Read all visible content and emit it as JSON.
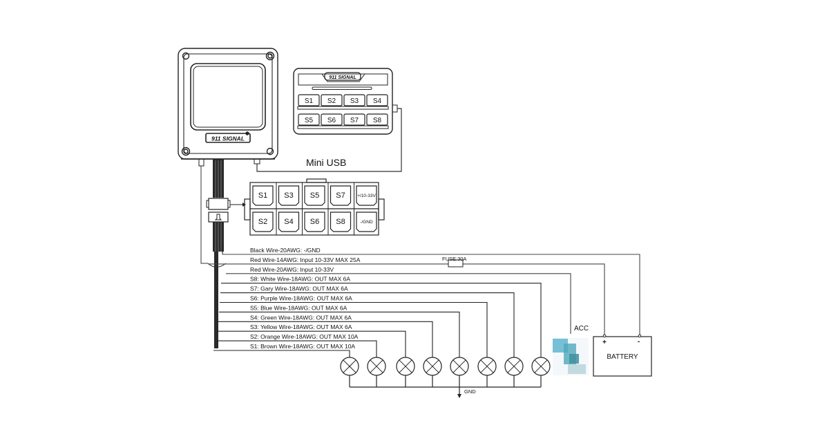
{
  "controller": {
    "logo": "911 SIGNAL"
  },
  "keypad": {
    "logo": "911 SIGNAL",
    "buttons_row1": [
      "S1",
      "S2",
      "S3",
      "S4"
    ],
    "buttons_row2": [
      "S5",
      "S6",
      "S7",
      "S8"
    ]
  },
  "mini_usb_label": "Mini USB",
  "connector": {
    "top_row": [
      "S1",
      "S3",
      "S5",
      "S7",
      "+/10-33V"
    ],
    "bottom_row": [
      "S2",
      "S4",
      "S6",
      "S8",
      "-/GND"
    ]
  },
  "wires": [
    {
      "id": "black",
      "label": "Black Wire-20AWG:  -/GND",
      "to": "battery-minus"
    },
    {
      "id": "red14",
      "label": "Red Wire-14AWG: Input 10-33V MAX 25A",
      "to": "battery-plus"
    },
    {
      "id": "red20",
      "label": "Red Wire-20AWG: Input 10-33V",
      "to": "acc"
    },
    {
      "id": "s8",
      "label": "S8: White Wire-18AWG: OUT MAX 6A",
      "to": "lamp-8"
    },
    {
      "id": "s7",
      "label": "S7: Gary Wire-18AWG: OUT MAX 6A",
      "to": "lamp-7"
    },
    {
      "id": "s6",
      "label": "S6: Purple Wire-18AWG: OUT MAX 6A",
      "to": "lamp-6"
    },
    {
      "id": "s5",
      "label": "S5: Blue Wire-18AWG: OUT MAX 6A",
      "to": "lamp-5"
    },
    {
      "id": "s4",
      "label": "S4: Green Wire-18AWG: OUT MAX 6A",
      "to": "lamp-4"
    },
    {
      "id": "s3",
      "label": "S3: Yellow Wire-18AWG: OUT MAX 6A",
      "to": "lamp-3"
    },
    {
      "id": "s2",
      "label": "S2: Orange Wire-18AWG: OUT MAX 10A",
      "to": "lamp-2"
    },
    {
      "id": "s1",
      "label": "S1: Brown Wire-18AWG: OUT MAX 10A",
      "to": "lamp-1"
    }
  ],
  "fuse_label": "FUSE:30A",
  "acc_label": "ACC",
  "battery": {
    "label": "BATTERY",
    "plus": "+",
    "minus": "-"
  },
  "gnd_label": "GND",
  "lamp_count": 8
}
